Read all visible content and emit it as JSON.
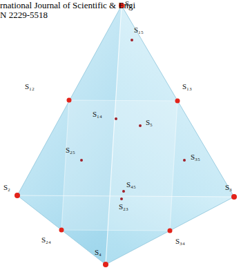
{
  "diagram": {
    "labels": [
      "rnational Journal of Scientific & Engi",
      "N 2229-5518",
      "S₁",
      "S₁₅",
      "S₁₂",
      "S₁₃",
      "S₁₄",
      "S₅",
      "S₂₅",
      "S₃₅",
      "S₂",
      "S₃",
      "S₄₅",
      "S₂₃",
      "S₂₄",
      "S₃₄",
      "S₄"
    ]
  }
}
